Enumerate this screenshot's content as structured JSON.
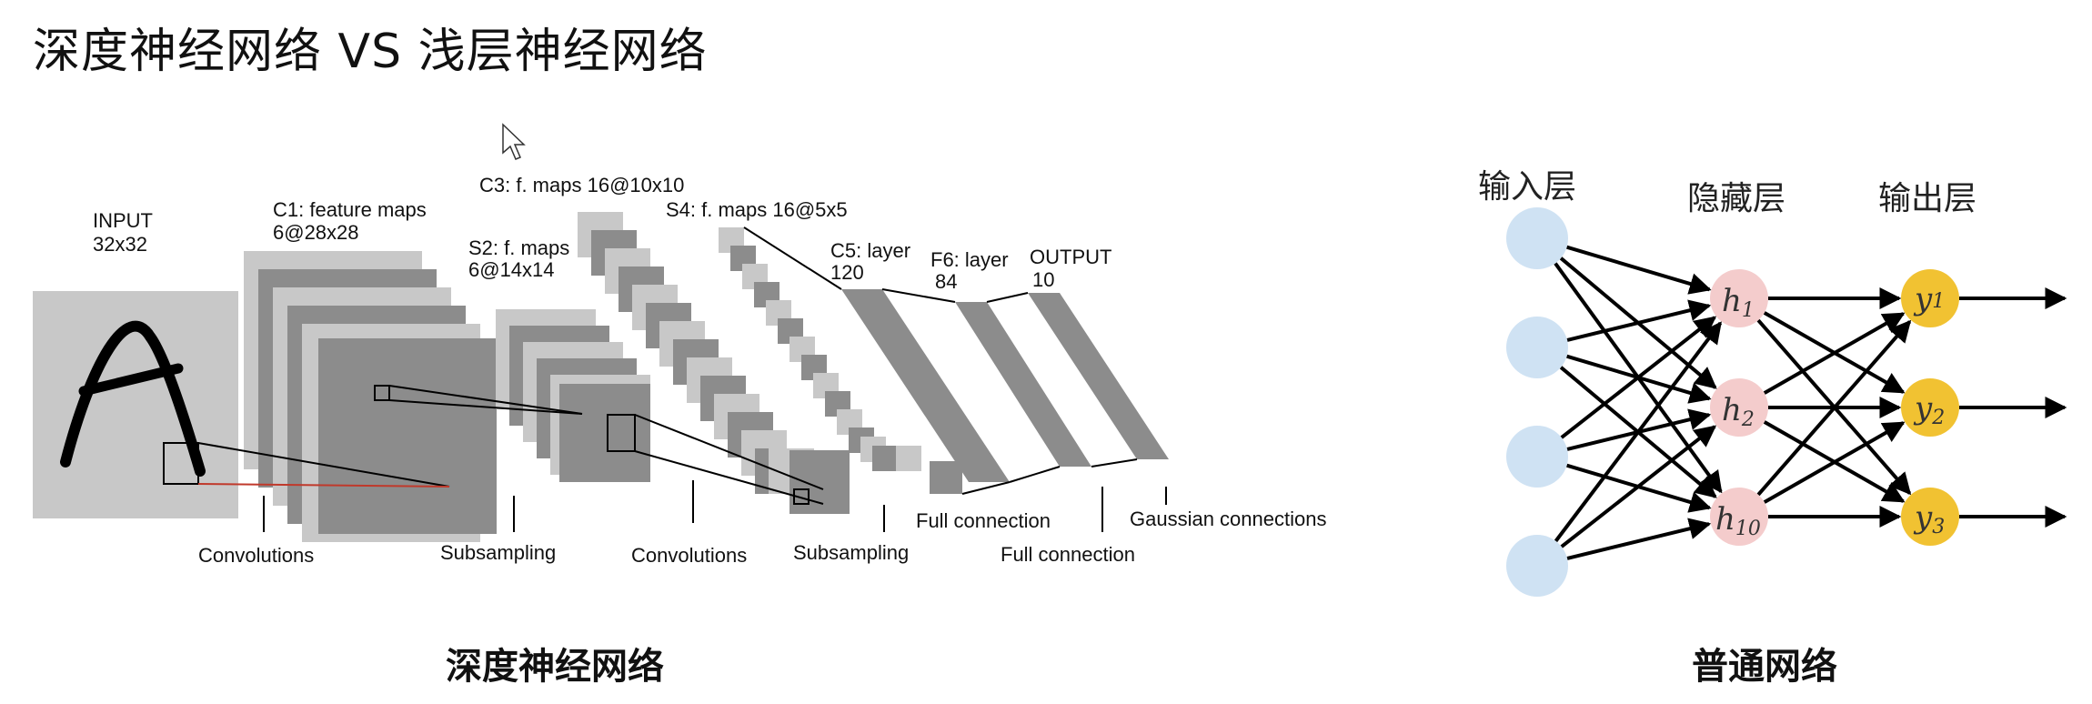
{
  "title": "深度神经网络 VS 浅层神经网络",
  "cnn": {
    "caption": "深度神经网络",
    "input_label": [
      "INPUT",
      "32x32"
    ],
    "c1_label": [
      "C1: feature maps",
      "6@28x28"
    ],
    "s2_label": [
      "S2: f. maps",
      "6@14x14"
    ],
    "c3_label": [
      "C3: f. maps 16@10x10"
    ],
    "s4_label": [
      "S4: f. maps 16@5x5"
    ],
    "c5_label": [
      "C5: layer",
      "120"
    ],
    "f6_label": [
      "F6: layer",
      "84"
    ],
    "output_label": [
      "OUTPUT",
      "10"
    ],
    "ops": [
      "Convolutions",
      "Subsampling",
      "Convolutions",
      "Subsampling",
      "Full connection",
      "Full connection",
      "Gaussian connections"
    ]
  },
  "nn": {
    "caption": "普通网络",
    "input_layer": "输入层",
    "hidden_layer": "隐藏层",
    "output_layer": "输出层",
    "hidden_nodes": [
      {
        "base": "h",
        "sub": "1"
      },
      {
        "base": "h",
        "sub": "2"
      },
      {
        "base": "h",
        "sub": "10"
      }
    ],
    "output_nodes": [
      {
        "base": "y",
        "sub": "1"
      },
      {
        "base": "y",
        "sub": "2"
      },
      {
        "base": "y",
        "sub": "3"
      }
    ],
    "colors": {
      "input": "#cfe2f3",
      "hidden": "#f4cccc",
      "output": "#f1c232",
      "edge": "#000000"
    }
  }
}
